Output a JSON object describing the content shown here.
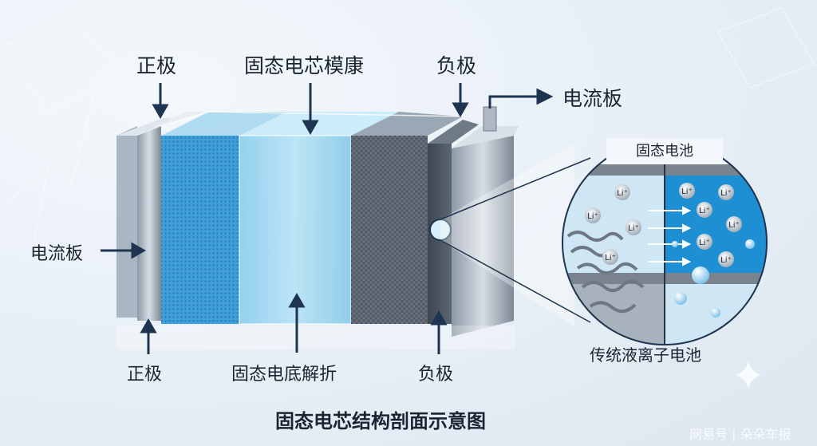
{
  "labels": {
    "top_positive": "正极",
    "top_module": "固态电芯模康",
    "top_negative": "负极",
    "top_collector": "电流板",
    "left_collector": "电流板",
    "bottom_positive": "正极",
    "bottom_electrolyte": "固态电底解折",
    "bottom_negative": "负极",
    "inset_title": "固态电池",
    "inset_caption": "传统液离子电池",
    "ion": "Li⁺",
    "caption": "固态电芯结构剖面示意图",
    "watermark": "网易号 | 朵朵车报"
  },
  "colors": {
    "arrow": "#1f3450",
    "solid_bg": "#cfe6f4",
    "liquid_bg": "#1f8fd4",
    "separator": "#6b7480"
  },
  "icons": [
    "arrow-down-icon",
    "arrow-up-icon",
    "arrow-right-icon",
    "sparkle-icon"
  ]
}
